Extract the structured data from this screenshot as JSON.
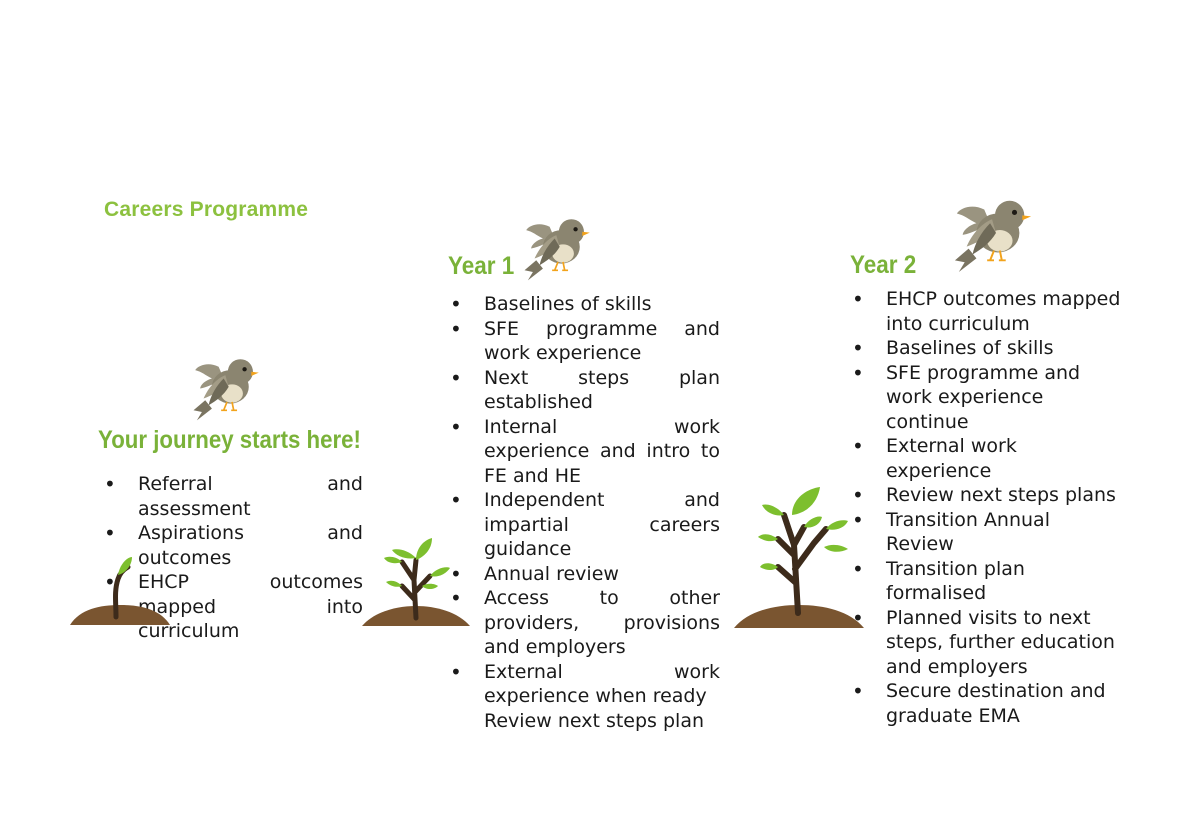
{
  "page": {
    "title": "Careers Programme"
  },
  "intro": {
    "heading": "Your journey starts here!",
    "items": [
      "Referral and assessment",
      "Aspirations and outcomes",
      "EHCP outcomes mapped into curriculum"
    ]
  },
  "year1": {
    "heading": "Year 1",
    "items": [
      "Baselines of skills",
      "SFE programme and work experience",
      "Next steps plan established",
      "Internal work experience and intro to FE and HE",
      "Independent and impartial careers guidance",
      "Annual review",
      "Access to other providers, provisions and employers",
      "External work experience when ready",
      "Review next steps plan"
    ]
  },
  "year2": {
    "heading": "Year 2",
    "items": [
      "EHCP outcomes mapped into curriculum",
      "Baselines of skills",
      "SFE programme and work experience continue",
      "External work experience",
      "Review next steps plans",
      "Transition Annual Review",
      "Transition plan formalised",
      "Planned visits to next steps, further education and employers",
      "Secure destination and graduate EMA"
    ]
  },
  "colors": {
    "title_green": "#8cc13f",
    "heading_green": "#7ab239",
    "leaf_green": "#7dbf2e",
    "trunk_brown": "#3d2b1b",
    "soil_brown": "#7a5530",
    "bird_grey": "#8b8570"
  },
  "icons": [
    "bird-icon",
    "sprout-icon",
    "sapling-icon",
    "tree-icon"
  ]
}
